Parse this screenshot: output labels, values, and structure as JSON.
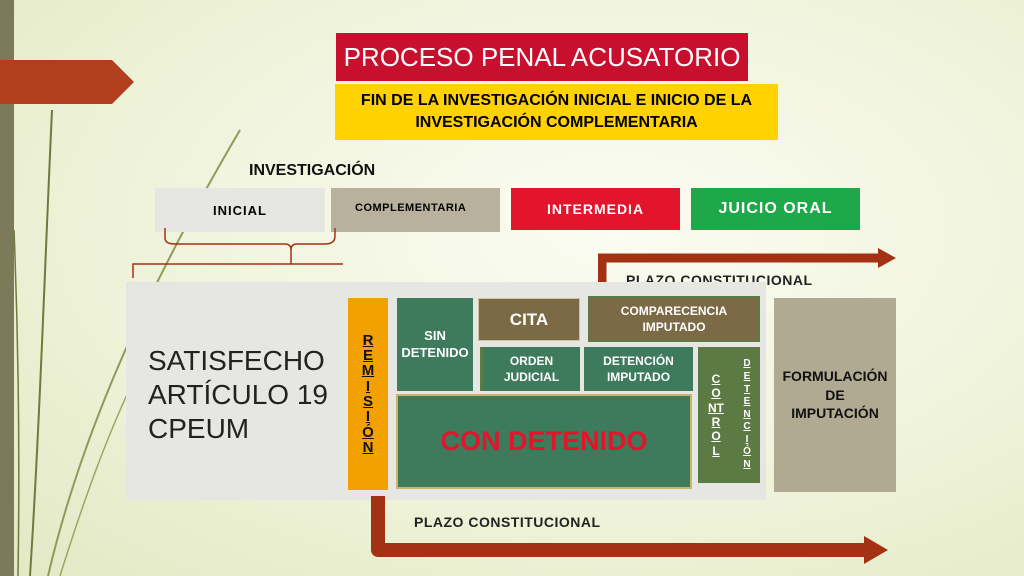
{
  "colors": {
    "title_red": "#c8102e",
    "subtitle_yellow": "#ffd200",
    "intermedia_red": "#e3142b",
    "juicio_green": "#1ea84a",
    "gray_box": "#e6e6e2",
    "complementaria_tan": "#b8b29c",
    "dark_green": "#3e7a5c",
    "brown": "#7b6a45",
    "olive_green": "#5c7a44",
    "formulacion_tan": "#b0aa92",
    "arrow_brown": "#a33214",
    "remision_orange": "#f2a100"
  },
  "title": "PROCESO PENAL ACUSATORIO",
  "subtitle": "FIN DE LA INVESTIGACIÓN INICIAL E INICIO DE LA INVESTIGACIÓN COMPLEMENTARIA",
  "investigacion_label": "INVESTIGACIÓN",
  "stages": {
    "inicial": "INICIAL",
    "complementaria": "COMPLEMENTARIA",
    "intermedia": "INTERMEDIA",
    "juicio_oral": "JUICIO ORAL"
  },
  "plazo_top": "PLAZO CONSTITUCIONAL",
  "plazo_bottom": "PLAZO CONSTITUCIONAL",
  "satisfecho_lines": [
    "SATISFECHO",
    "ARTÍCULO 19",
    "CPEUM"
  ],
  "remision_letters": [
    "R",
    "E",
    "M",
    "I",
    "S",
    "I",
    "Ó",
    "N"
  ],
  "sin_detenido": "SIN DETENIDO",
  "cita": "CITA",
  "comparecencia": "COMPARECENCIA IMPUTADO",
  "orden_judicial": "ORDEN JUDICIAL",
  "detencion_imputado": "DETENCIÓN IMPUTADO",
  "control_letters": [
    "C",
    "O",
    "NT",
    "R",
    "O",
    "L"
  ],
  "detencion_letters": [
    "D",
    "E",
    "T",
    "E",
    "N",
    "C",
    "I",
    "Ó",
    "N"
  ],
  "con_detenido": "CON DETENIDO",
  "formulacion": "FORMULACIÓN DE IMPUTACIÓN"
}
